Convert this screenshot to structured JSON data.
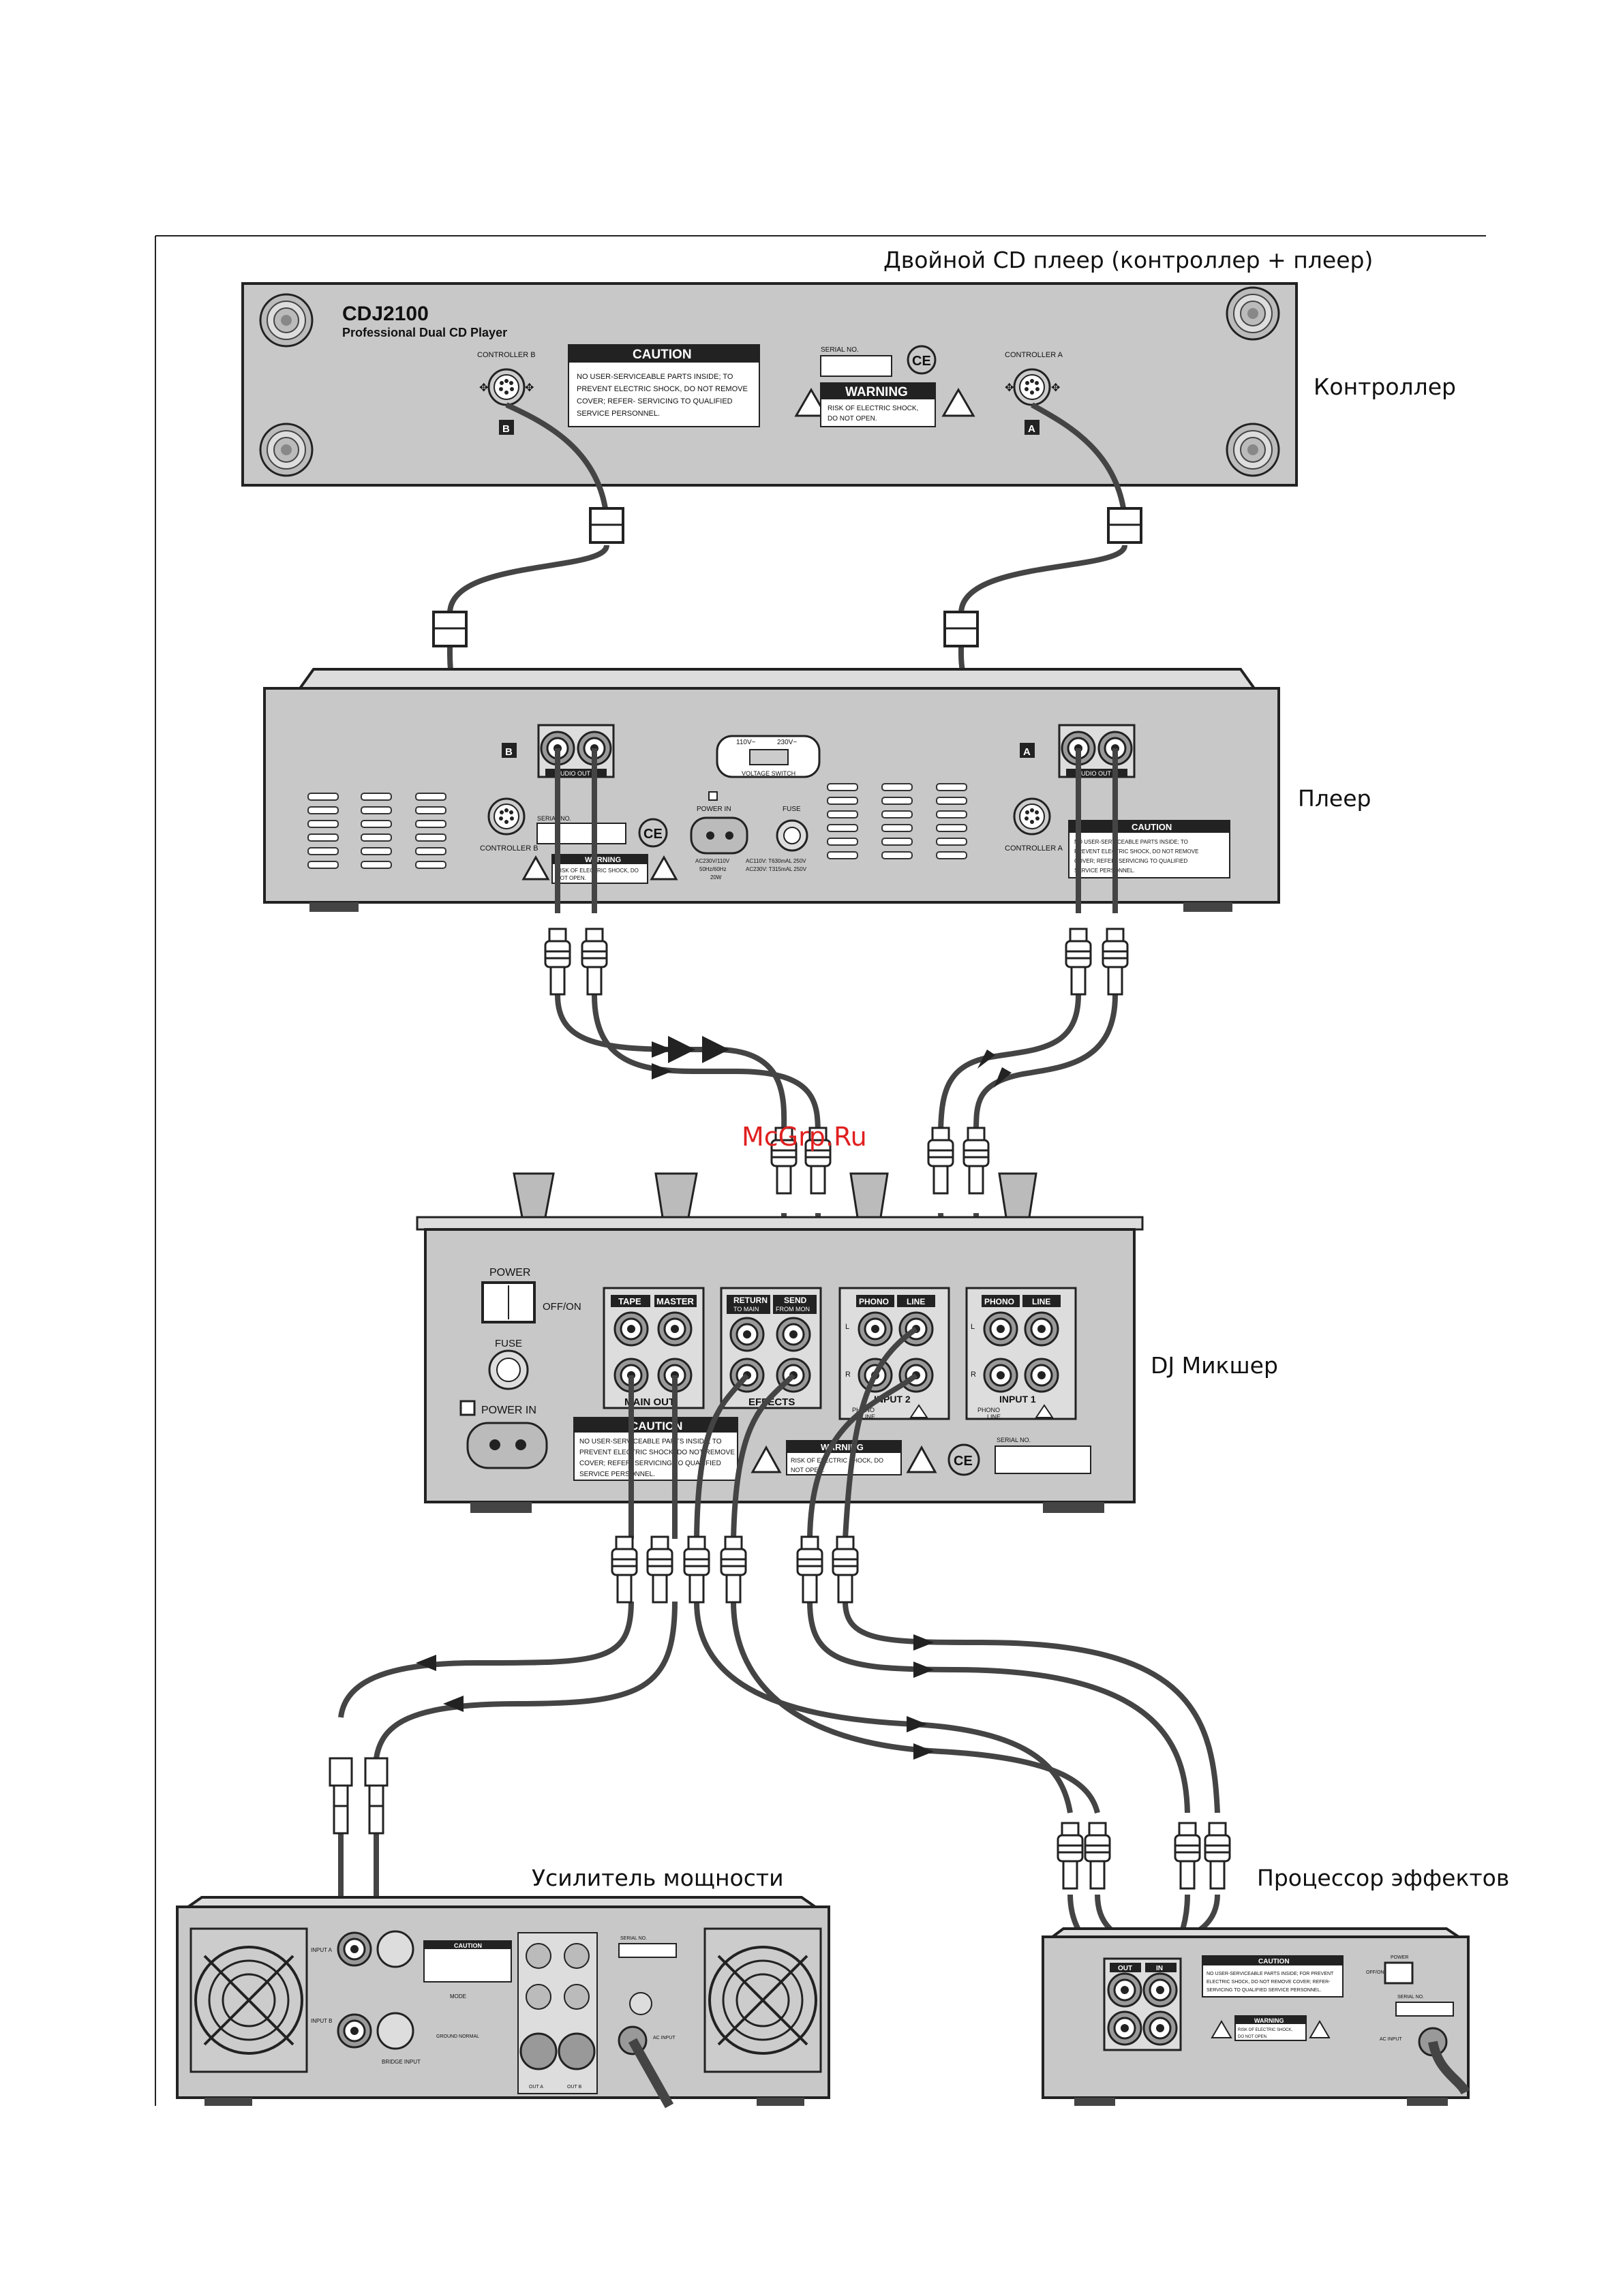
{
  "captions": {
    "title": "Двойной CD плеер (контроллер + плеер)",
    "controller": "Контроллер",
    "player": "Плеер",
    "mixer": "DJ  Микшер",
    "amplifier": "Усилитель мощности",
    "effects": "Процессор эффектов"
  },
  "watermark": "McGrp.Ru",
  "controller_panel": {
    "model": "CDJ2100",
    "subtitle": "Professional Dual CD Player",
    "controller_b": "CONTROLLER B",
    "controller_a": "CONTROLLER A",
    "tag_b": "B",
    "tag_a": "A",
    "caution_title": "CAUTION",
    "caution_text": [
      "NO USER-SERVICEABLE PARTS INSIDE; TO",
      "PREVENT ELECTRIC SHOCK, DO NOT REMOVE",
      "COVER; REFER- SERVICING TO QUALIFIED",
      "SERVICE PERSONNEL."
    ],
    "serial": "SERIAL NO.",
    "warning_title": "WARNING",
    "warning_text": [
      "RISK OF ELECTRIC SHOCK,",
      "DO NOT OPEN."
    ],
    "ce": "CE"
  },
  "player_panel": {
    "tag_b": "B",
    "tag_a": "A",
    "audio_out": "AUDIO OUT",
    "controller_b": "CONTROLLER B",
    "controller_a": "CONTROLLER A",
    "voltage_110": "110V~",
    "voltage_230": "230V~",
    "voltage_switch": "VOLTAGE SWITCH",
    "power_in": "POWER IN",
    "power_spec": [
      "AC230V/110V",
      "50Hz/60Hz",
      "20W"
    ],
    "fuse": "FUSE",
    "fuse_spec": [
      "AC110V: T630mAL 250V",
      "AC230V: T315mAL 250V"
    ],
    "serial": "SERIAL NO.",
    "warning_title": "WARNING",
    "warning_text": [
      "RISK OF ELECTRIC SHOCK, DO",
      "NOT OPEN."
    ],
    "caution_title": "CAUTION",
    "caution_text": [
      "NO USER-SERVICEABLE PARTS INSIDE; TO",
      "PREVENT ELECTRIC SHOCK, DO NOT REMOVE",
      "COVER; REFER- SERVICING TO QUALIFIED",
      "SERVICE PERSONNEL."
    ],
    "ce": "CE"
  },
  "mixer_panel": {
    "power": "POWER",
    "off_on": "OFF/ON",
    "fuse": "FUSE",
    "power_in": "POWER IN",
    "tape": "TAPE",
    "master": "MASTER",
    "main_out": "MAIN OUT",
    "return": "RETURN",
    "to_main": "TO MAIN",
    "send": "SEND",
    "from_mon": "FROM MON",
    "effects": "EFFECTS",
    "phono": "PHONO",
    "line": "LINE",
    "input_2": "INPUT 2",
    "input_1": "INPUT 1",
    "l": "L",
    "r": "R",
    "caution_title": "CAUTION",
    "caution_text": [
      "NO USER-SERVICEABLE PARTS INSIDE; TO",
      "PREVENT ELECTRIC SHOCK, DO NOT REMOVE",
      "COVER; REFER- SERVICING TO QUALIFIED",
      "SERVICE PERSONNEL."
    ],
    "warning_title": "WARNING",
    "warning_text": [
      "RISK OF ELECTRIC SHOCK, DO",
      "NOT OPEN."
    ],
    "serial": "SERIAL NO.",
    "ce": "CE"
  },
  "amp_panel": {
    "caution_title": "CAUTION",
    "input_a": "INPUT A",
    "input_b": "INPUT B",
    "bridge_input": "BRIDGE INPUT",
    "mode": "MODE",
    "ground": "GROUND NORMAL",
    "out_a": "OUT A",
    "out_b": "OUT B",
    "serial": "SERIAL NO.",
    "ac_input": "AC INPUT"
  },
  "effects_panel": {
    "caution_title": "CAUTION",
    "caution_text": [
      "NO USER-SERVICEABLE PARTS INSIDE; FOR PREVENT",
      "ELECTRIC SHOCK, DO NOT REMOVE COVER; REFER-",
      "SERVICING TO QUALIFIED SERVICE PERSONNEL."
    ],
    "warning_title": "WARNING",
    "warning_text": [
      "RISK OF ELECTRIC SHOCK,",
      "DO NOT OPEN."
    ],
    "out": "OUT",
    "in": "IN",
    "power": "POWER",
    "off_on": "OFF/ON",
    "serial": "SERIAL NO.",
    "ac_input": "AC INPUT"
  }
}
